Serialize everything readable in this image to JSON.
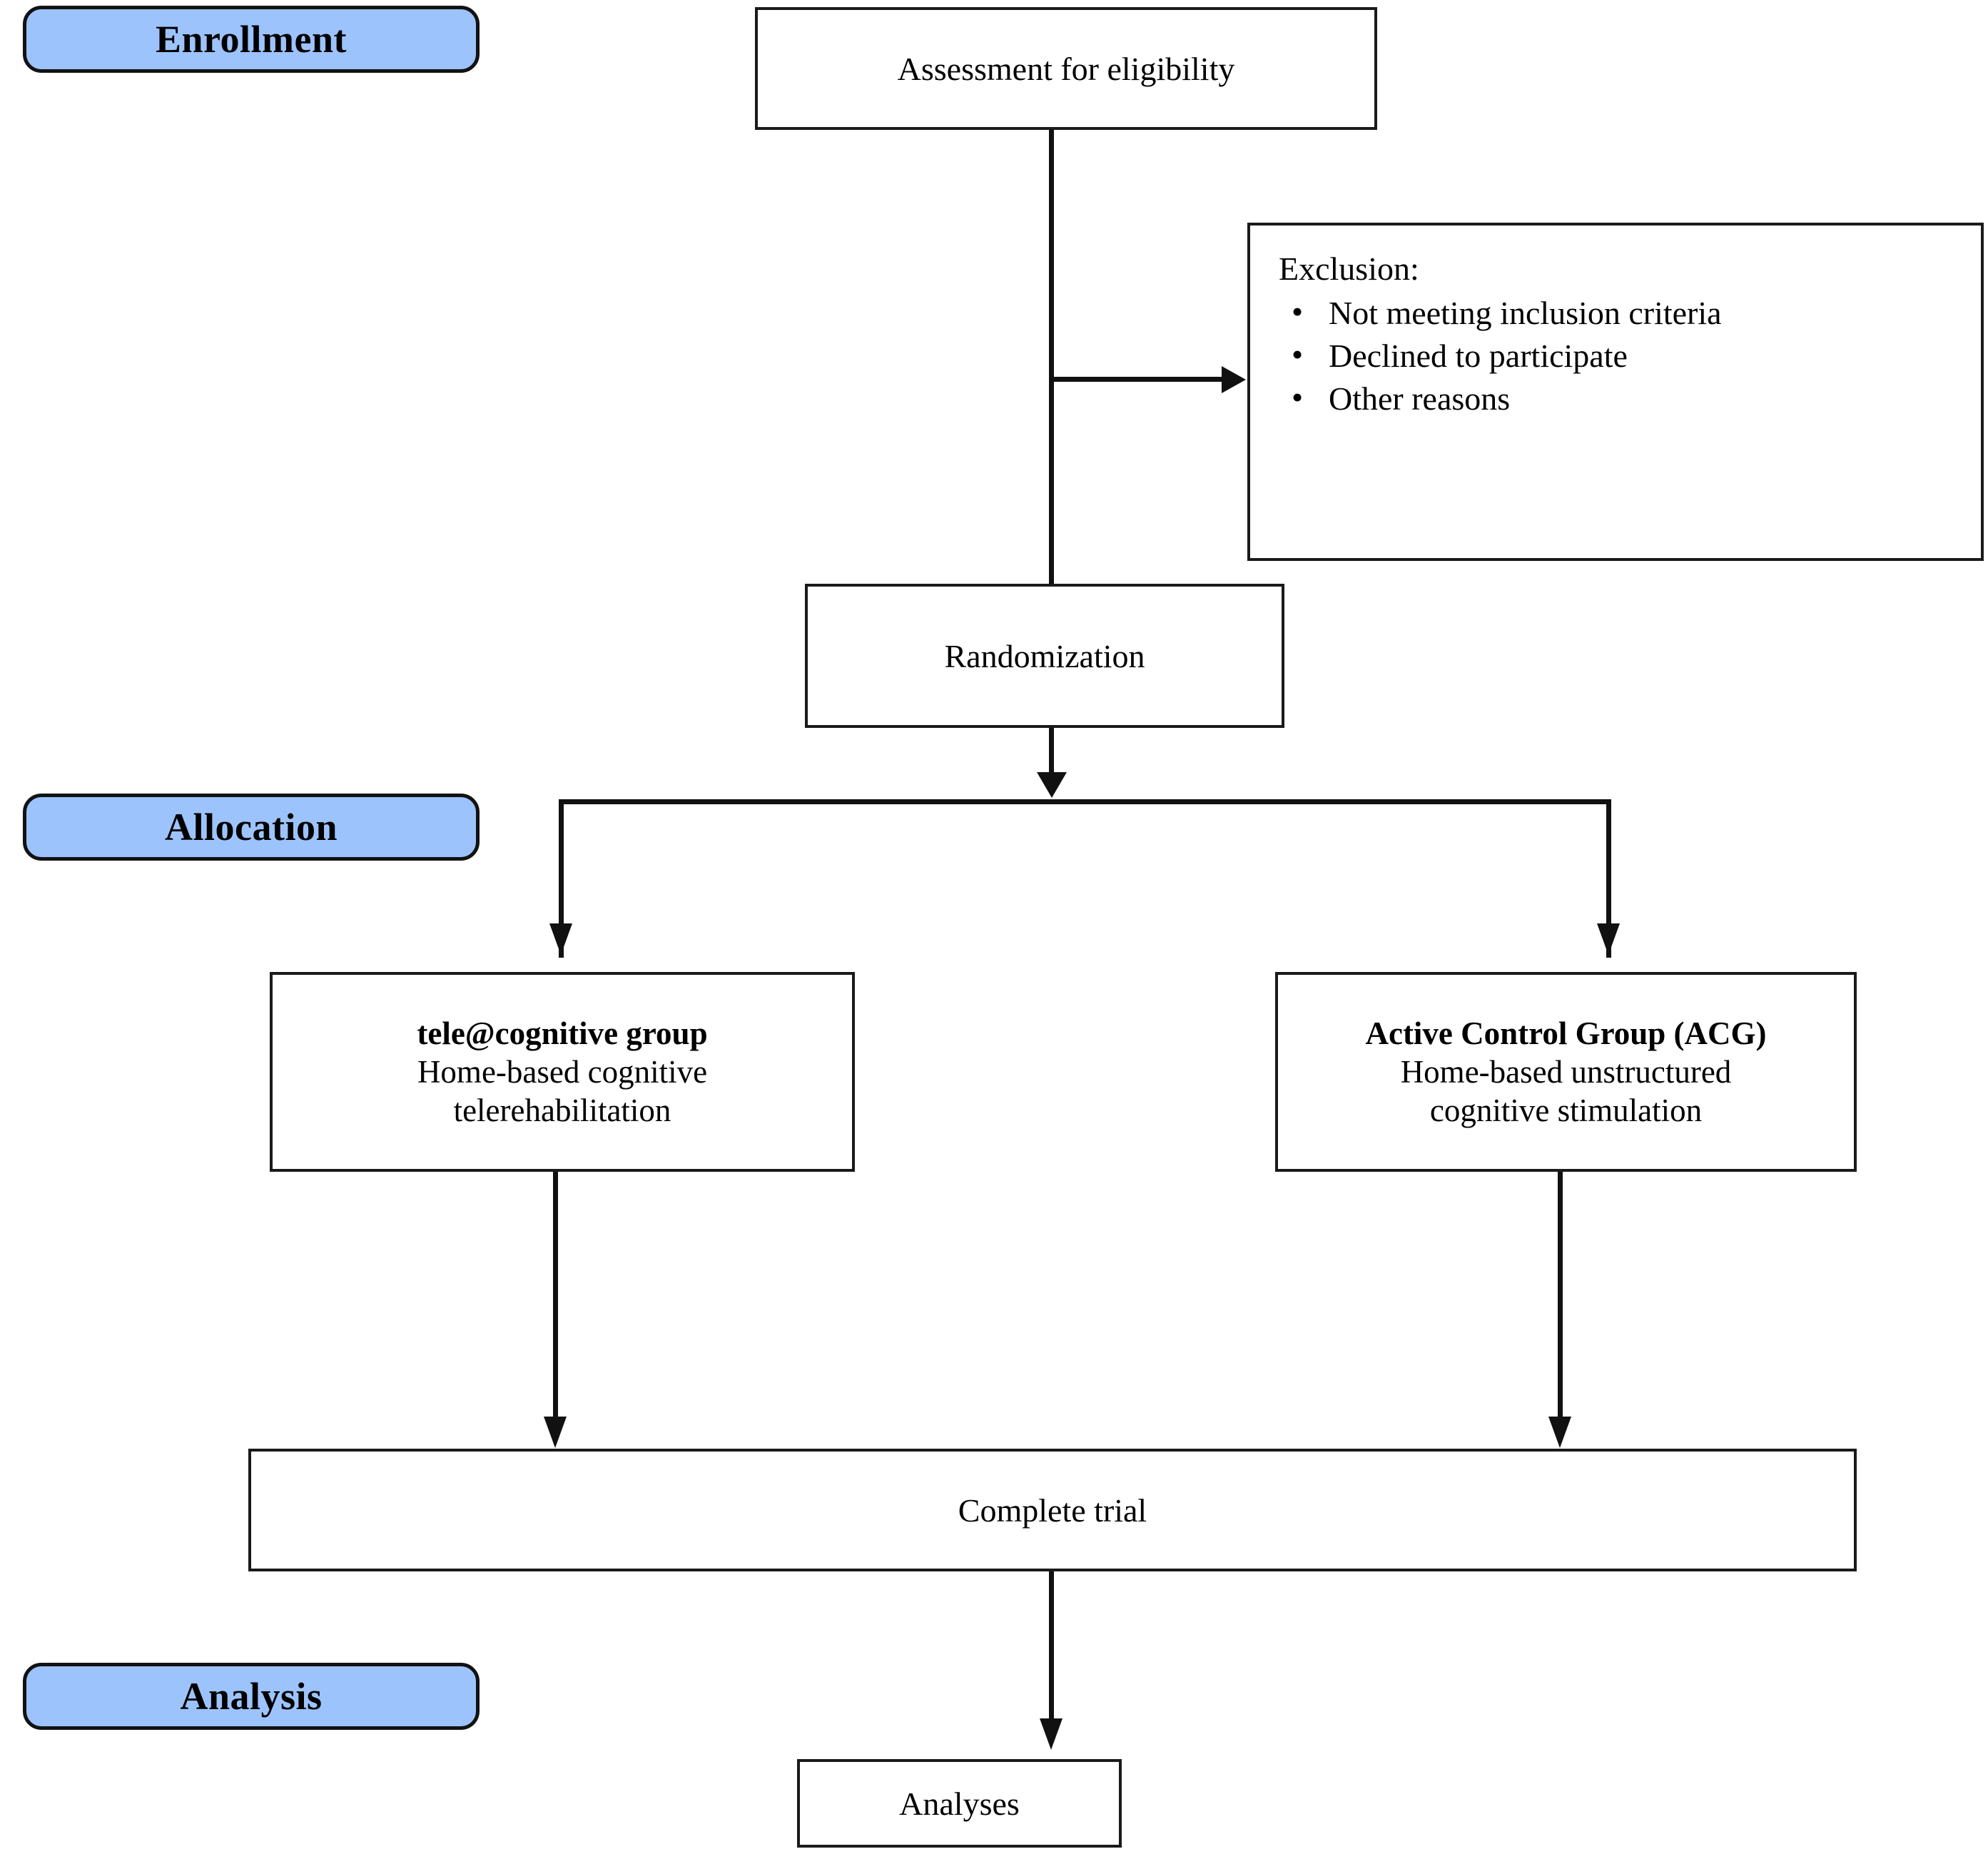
{
  "diagram": {
    "title": "CONSORT participant flow diagram",
    "accent_color": "#9DC3FC",
    "line_color": "#111111",
    "box_border_color": "#1a1a1a",
    "background_color": "#ffffff"
  },
  "stages": {
    "enrollment": "Enrollment",
    "allocation": "Allocation",
    "analysis": "Analysis"
  },
  "nodes": {
    "assessment": "Assessment for eligibility",
    "exclusion_title": "Exclusion:",
    "exclusion_items": [
      "Not meeting inclusion criteria",
      "Declined to participate",
      "Other reasons"
    ],
    "randomization": "Randomization",
    "intervention_group": {
      "title": "tele@cognitive group",
      "description_line1": "Home-based cognitive",
      "description_line2": "telerehabilitation"
    },
    "control_group": {
      "title": "Active Control Group (ACG)",
      "description_line1": "Home-based unstructured",
      "description_line2": "cognitive stimulation"
    },
    "complete_trial": "Complete trial",
    "analyses": "Analyses"
  },
  "bullet_glyph": "•"
}
